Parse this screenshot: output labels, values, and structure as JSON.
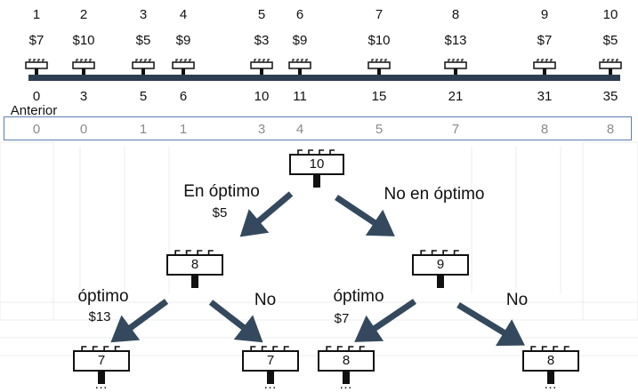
{
  "timeline": {
    "indices": [
      "1",
      "2",
      "3",
      "4",
      "5",
      "6",
      "7",
      "8",
      "9",
      "10"
    ],
    "prices": [
      "$7",
      "$10",
      "$5",
      "$9",
      "$3",
      "$9",
      "$10",
      "$13",
      "$7",
      "$5"
    ],
    "positions": [
      "0",
      "3",
      "5",
      "6",
      "10",
      "11",
      "15",
      "21",
      "31",
      "35"
    ],
    "anterior_label": "Anterior",
    "anterior": [
      "0",
      "0",
      "1",
      "1",
      "3",
      "4",
      "5",
      "7",
      "8",
      "8"
    ]
  },
  "tree": {
    "root": "10",
    "left_edge_label": "En óptimo",
    "left_edge_value": "$5",
    "right_edge_label": "No en óptimo",
    "mid_left": "8",
    "mid_right": "9",
    "ll_edge_label": "óptimo",
    "ll_edge_value": "$13",
    "lr_edge_label": "No",
    "rl_edge_label": "óptimo",
    "rl_edge_value": "$7",
    "rr_edge_label": "No",
    "leaves": [
      "7",
      "7",
      "8",
      "8"
    ],
    "ellipsis": "…"
  },
  "colors": {
    "bar": "#2d3e50",
    "arrow": "#34495e",
    "row_border": "#5b7fb0"
  }
}
